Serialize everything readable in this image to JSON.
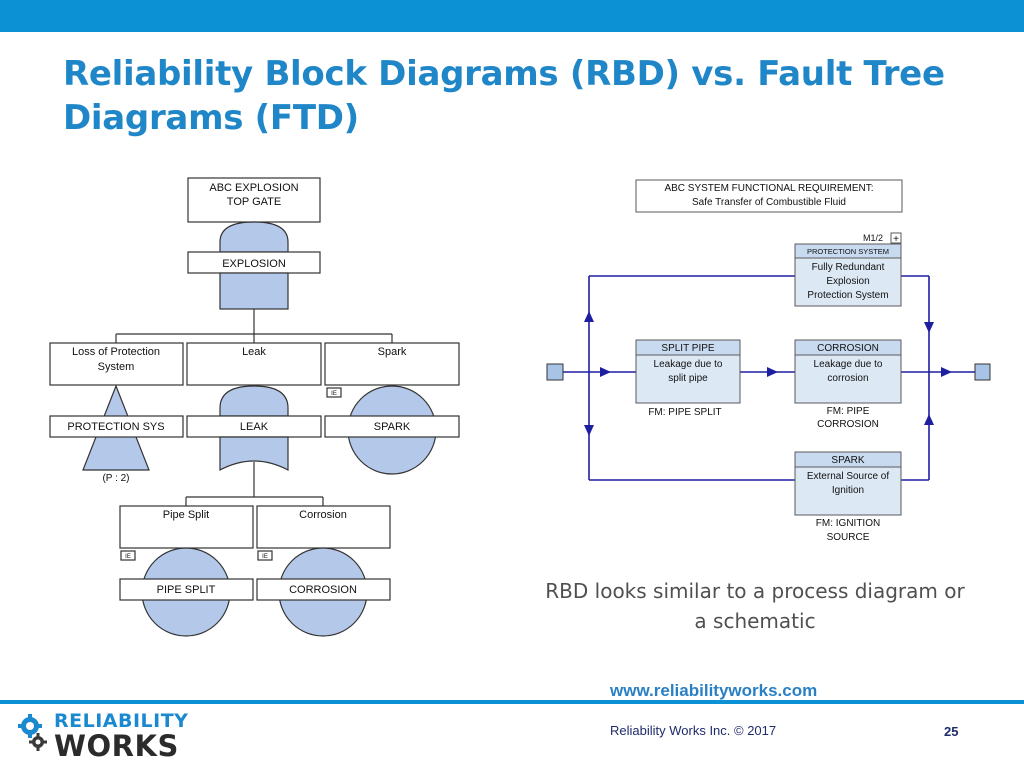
{
  "slide": {
    "title_line1": "Reliability Block Diagrams (RBD) vs. Fault Tree",
    "title_line2": "Diagrams (FTD)",
    "caption_line1": "RBD looks similar to a process diagram or",
    "caption_line2": "a schematic",
    "url": "www.reliabilityworks.com",
    "company": "Reliability Works Inc. © 2017",
    "page_number": "25",
    "colors": {
      "accent": "#0b91d4",
      "title": "#1f86c8",
      "shape_fill": "#b4c8ea",
      "rbd_line": "#1e1ea0"
    }
  },
  "logo": {
    "line1": "RELIABILITY",
    "line2": "WORKS"
  },
  "fault_tree": {
    "top": {
      "line1": "ABC EXPLOSION",
      "line2": "TOP GATE",
      "gate_label": "EXPLOSION"
    },
    "level1": [
      {
        "line1": "Loss of Protection",
        "line2": "System",
        "gate_label": "PROTECTION SYS",
        "annotation": "(P : 2)"
      },
      {
        "line1": "Leak",
        "gate_label": "LEAK"
      },
      {
        "line1": "Spark",
        "gate_label": "SPARK",
        "marker": "IE"
      }
    ],
    "level2": [
      {
        "line1": "Pipe Split",
        "gate_label": "PIPE SPLIT",
        "marker": "IE"
      },
      {
        "line1": "Corrosion",
        "gate_label": "CORROSION",
        "marker": "IE"
      }
    ]
  },
  "rbd": {
    "requirement": {
      "line1": "ABC SYSTEM FUNCTIONAL REQUIREMENT:",
      "line2": "Safe Transfer of Combustible Fluid"
    },
    "protection": {
      "m_label": "M1/2",
      "plus": "+",
      "header": "PROTECTION SYSTEM",
      "line1": "Fully Redundant",
      "line2": "Explosion",
      "line3": "Protection System"
    },
    "split_pipe": {
      "header": "SPLIT PIPE",
      "line1": "Leakage due to",
      "line2": "split pipe",
      "fm1": "FM: PIPE SPLIT"
    },
    "corrosion": {
      "header": "CORROSION",
      "line1": "Leakage due to",
      "line2": "corrosion",
      "fm1": "FM: PIPE",
      "fm2": "CORROSION"
    },
    "spark": {
      "header": "SPARK",
      "line1": "External Source of",
      "line2": "Ignition",
      "fm1": "FM: IGNITION",
      "fm2": "SOURCE"
    }
  }
}
